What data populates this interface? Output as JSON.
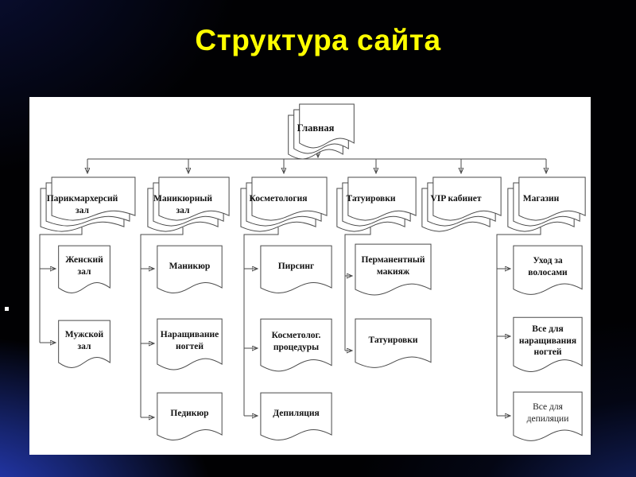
{
  "title": "Структура сайта",
  "colors": {
    "title_text": "#ffff00",
    "panel_background": "#ffffff",
    "slide_background": "#010103",
    "corner_glow": "#2b41cc",
    "diagram_line": "#4a4a4a"
  },
  "diagram": {
    "root": {
      "label": "Главная"
    },
    "sections": [
      {
        "label": "Парикмархерсий зал",
        "children": [
          {
            "label": "Женский зал"
          },
          {
            "label": "Мужской зал"
          }
        ]
      },
      {
        "label": "Маникюрный зал",
        "children": [
          {
            "label": "Маникюр"
          },
          {
            "label": "Наращивание ногтей"
          },
          {
            "label": "Педикюр"
          }
        ]
      },
      {
        "label": "Косметология",
        "children": [
          {
            "label": "Пирсинг"
          },
          {
            "label": "Косметолог. процедуры"
          },
          {
            "label": "Депиляция"
          }
        ]
      },
      {
        "label": "Татуировки",
        "children": [
          {
            "label": "Перманентный макияж"
          },
          {
            "label": "Татуировки"
          }
        ]
      },
      {
        "label": "VIP кабинет",
        "children": []
      },
      {
        "label": "Магазин",
        "children": [
          {
            "label": "Уход за волосами"
          },
          {
            "label": "Все для наращивания ногтей"
          },
          {
            "label": "Все для депиляции"
          }
        ]
      }
    ]
  }
}
